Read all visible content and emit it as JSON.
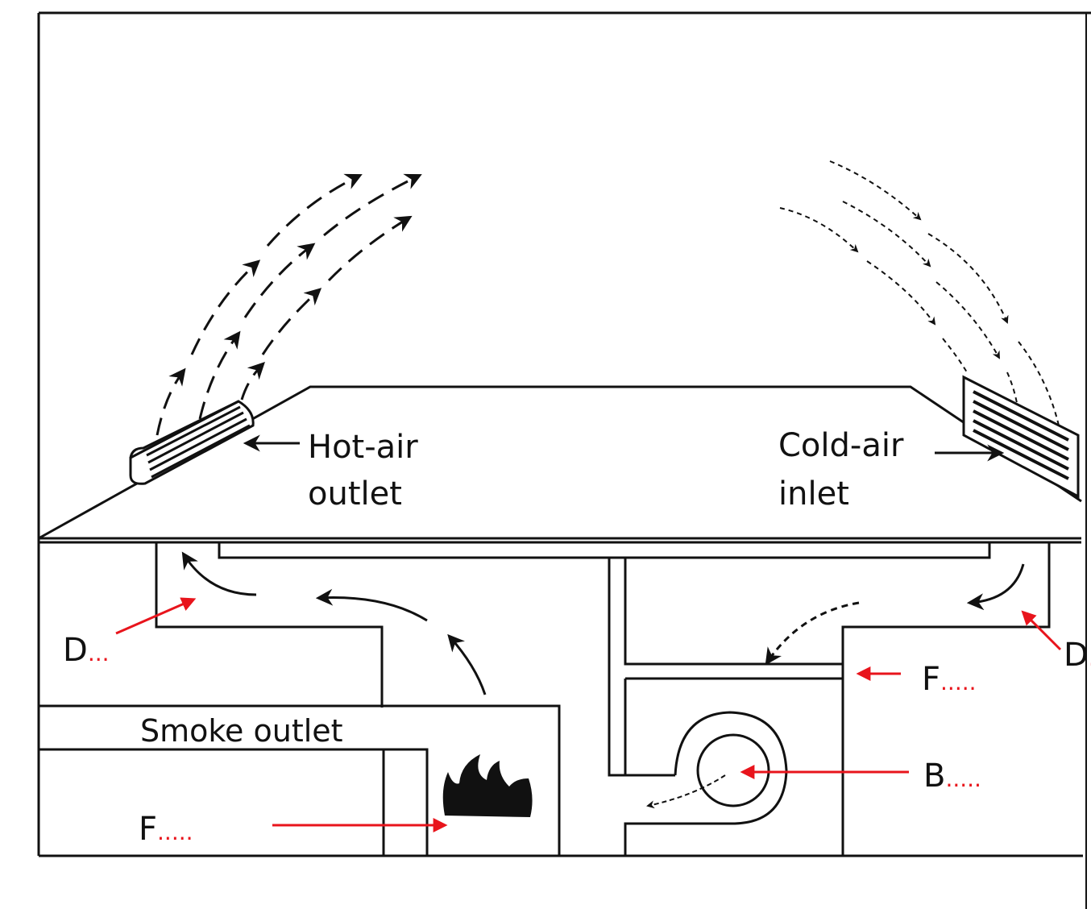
{
  "labels": {
    "hot_air_outlet_line1": "Hot-air",
    "hot_air_outlet_line2": "outlet",
    "cold_air_inlet_line1": "Cold-air",
    "cold_air_inlet_line2": "inlet",
    "smoke_outlet": "Smoke outlet"
  },
  "answer_labels": {
    "d_left": {
      "letter": "D",
      "dots": "..."
    },
    "d_right": {
      "letter": "D",
      "dots": "."
    },
    "f_filter": {
      "letter": "F",
      "dots": "....."
    },
    "b_blower": {
      "letter": "B",
      "dots": "....."
    },
    "f_furnace": {
      "letter": "F",
      "dots": "....."
    }
  },
  "colors": {
    "line": "#111111",
    "annotation": "#e8141c"
  }
}
